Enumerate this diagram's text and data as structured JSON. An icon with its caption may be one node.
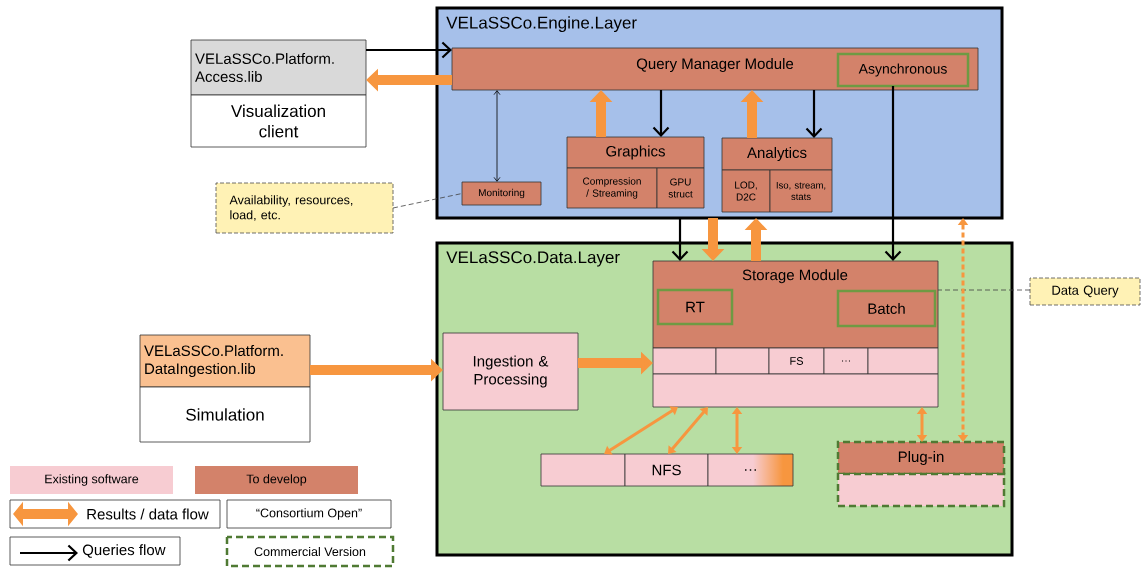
{
  "diagram": {
    "nodes": [
      {
        "text": [
          "VELaSSCo.Engine.Layer"
        ]
      },
      {
        "text": [
          "Query Manager Module"
        ],
        "in": 0
      },
      {
        "text": [
          "Asynchronous"
        ],
        "in": 1
      },
      {
        "text": [
          "VELaSSCo.Platform. Access.lib"
        ]
      },
      {
        "text": [
          "Visualization client"
        ]
      },
      {
        "text": [
          "Graphics"
        ],
        "in": 0
      },
      {
        "text": [
          "Compression / Streaming"
        ],
        "in": 0
      },
      {
        "text": [
          "GPU struct"
        ],
        "in": 0
      },
      {
        "text": [
          "Analytics"
        ],
        "in": 0
      },
      {
        "text": [
          "LOD, D2C"
        ],
        "in": 0
      },
      {
        "text": [
          "Iso, stream, stats"
        ],
        "in": 0
      },
      {
        "text": [
          "Monitoring"
        ],
        "in": 0
      },
      {
        "text": [
          "Availability, resources, load, etc."
        ]
      },
      {
        "text": [
          "VELaSSCo.Data.Layer"
        ]
      },
      {
        "text": [
          "Storage Module"
        ],
        "in": 13
      },
      {
        "text": [
          "RT"
        ],
        "in": 14
      },
      {
        "text": [
          "Batch"
        ],
        "in": 14
      },
      {
        "text": [],
        "shape": "box",
        "in": 13
      },
      {
        "text": [],
        "shape": "box",
        "in": 13
      },
      {
        "text": [
          "FS"
        ],
        "in": 13
      },
      {
        "text": [
          "…"
        ],
        "in": 13
      },
      {
        "text": [],
        "shape": "box",
        "in": 13
      },
      {
        "text": [],
        "shape": "box",
        "in": 13
      },
      {
        "text": [
          "Ingestion & Processing"
        ],
        "in": 13
      },
      {
        "text": [],
        "shape": "box",
        "in": 13
      },
      {
        "text": [
          "NFS"
        ],
        "in": 13
      },
      {
        "text": [
          "…"
        ],
        "in": 13
      },
      {
        "text": [
          "Plug-in"
        ],
        "in": 13
      },
      {
        "text": [],
        "shape": "box",
        "in": 13
      },
      {
        "text": [
          "VELaSSCo.Platform. DataIngestion.lib"
        ]
      },
      {
        "text": [
          "Simulation"
        ]
      },
      {
        "text": [
          "Data Query"
        ]
      }
    ],
    "edges": [
      {
        "from": 3,
        "to": 1,
        "arrow": "to",
        "color": "#000000"
      },
      {
        "from": 1,
        "to": 3,
        "arrow": "to",
        "style": "thick"
      },
      {
        "from": 1,
        "to": 11,
        "arrow": "both",
        "color": "#000000"
      },
      {
        "from": 5,
        "to": 1,
        "arrow": "to",
        "style": "thick"
      },
      {
        "from": 1,
        "to": 5,
        "arrow": "to",
        "color": "#000000"
      },
      {
        "from": 8,
        "to": 1,
        "arrow": "to",
        "style": "thick"
      },
      {
        "from": 1,
        "to": 8,
        "arrow": "to",
        "color": "#000000"
      },
      {
        "from": 12,
        "to": 11,
        "arrow": "none",
        "style": "dashed",
        "color": "#404040"
      },
      {
        "from": 0,
        "to": 14,
        "arrow": "to",
        "color": "#000000"
      },
      {
        "from": 0,
        "to": 14,
        "arrow": "to",
        "style": "thick"
      },
      {
        "from": 14,
        "to": 0,
        "arrow": "to",
        "style": "thick"
      },
      {
        "from": 2,
        "to": 14,
        "arrow": "to",
        "color": "#000000"
      },
      {
        "from": 31,
        "to": 14,
        "arrow": "none",
        "style": "dashed",
        "color": "#404040"
      },
      {
        "from": 0,
        "to": 27,
        "arrow": "both",
        "style": "dashed"
      },
      {
        "from": 29,
        "to": 23,
        "arrow": "to",
        "style": "thick"
      },
      {
        "from": 23,
        "to": 17,
        "arrow": "to",
        "style": "thick"
      },
      {
        "from": 22,
        "to": 24,
        "arrow": "both"
      },
      {
        "from": 22,
        "to": 25,
        "arrow": "both"
      },
      {
        "from": 22,
        "to": 26,
        "arrow": "both"
      },
      {
        "from": 22,
        "to": 27,
        "arrow": "both"
      }
    ],
    "legend": [
      {
        "text": "Existing software",
        "color": "#f7ccd2"
      },
      {
        "text": "To develop",
        "color": "#d3826a"
      },
      {
        "text": "Results / data flow"
      },
      {
        "text": "“Consortium Open”"
      },
      {
        "text": "Queries flow"
      },
      {
        "text": "Commercial Version"
      }
    ]
  }
}
